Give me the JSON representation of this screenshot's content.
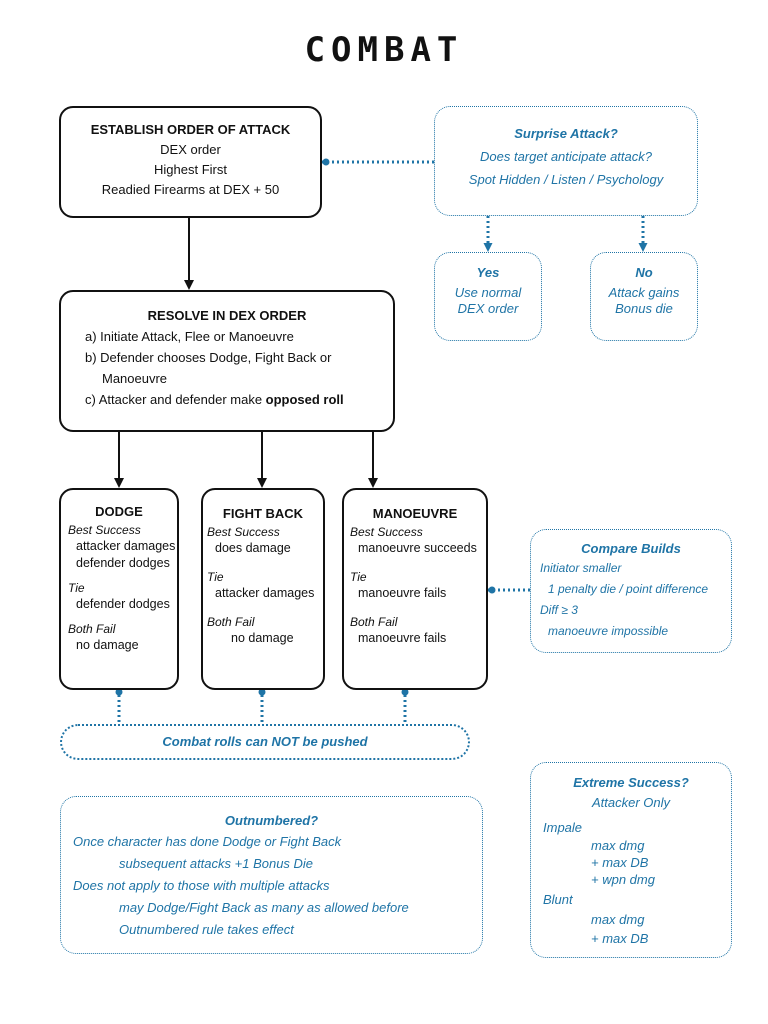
{
  "title": "COMBAT",
  "establish": {
    "heading": "ESTABLISH ORDER OF ATTACK",
    "lines": [
      "DEX order",
      "Highest First",
      "Readied Firearms at DEX + 50"
    ]
  },
  "surprise": {
    "heading": "Surprise Attack?",
    "lines": [
      "Does target anticipate attack?",
      "Spot Hidden / Listen / Psychology"
    ]
  },
  "yes": {
    "heading": "Yes",
    "lines": [
      "Use normal",
      "DEX order"
    ]
  },
  "no": {
    "heading": "No",
    "lines": [
      "Attack gains",
      "Bonus die"
    ]
  },
  "resolve": {
    "heading": "RESOLVE IN DEX ORDER",
    "a": "a)  Initiate Attack, Flee or Manoeuvre",
    "b1": "b)  Defender chooses Dodge, Fight Back or",
    "b2": "Manoeuvre",
    "c_pre": "c)  Attacker and defender make ",
    "c_bold": "opposed roll"
  },
  "dodge": {
    "heading": "DODGE",
    "best_label": "Best Success",
    "best_1": "attacker damages",
    "best_2": "defender dodges",
    "tie_label": "Tie",
    "tie_1": "defender dodges",
    "fail_label": "Both Fail",
    "fail_1": "no damage"
  },
  "fightback": {
    "heading": "FIGHT BACK",
    "best_label": "Best Success",
    "best_1": "does damage",
    "tie_label": "Tie",
    "tie_1": "attacker damages",
    "fail_label": "Both Fail",
    "fail_1": "no damage"
  },
  "manoeuvre": {
    "heading": "MANOEUVRE",
    "best_label": "Best Success",
    "best_1": "manoeuvre succeeds",
    "tie_label": "Tie",
    "tie_1": "manoeuvre fails",
    "fail_label": "Both Fail",
    "fail_1": "manoeuvre fails"
  },
  "builds": {
    "heading": "Compare Builds",
    "l1": "Initiator smaller",
    "l2": "1 penalty die / point difference",
    "l3": "Diff  ≥ 3",
    "l4": "manoeuvre impossible"
  },
  "pushed": {
    "text": "Combat rolls can NOT be pushed"
  },
  "outnumbered": {
    "heading": "Outnumbered?",
    "l1": "Once character has done Dodge or Fight Back",
    "l2": "subsequent attacks +1 Bonus Die",
    "l3": "Does not apply to those with multiple attacks",
    "l4": "may Dodge/Fight Back as many as allowed before",
    "l5": "Outnumbered rule takes effect"
  },
  "extreme": {
    "heading": "Extreme Success?",
    "sub": "Attacker Only",
    "impale": "Impale",
    "impale_lines": [
      "max dmg",
      "+ max DB",
      "+ wpn dmg"
    ],
    "blunt": "Blunt",
    "blunt_lines": [
      "max dmg",
      "+ max DB"
    ]
  }
}
